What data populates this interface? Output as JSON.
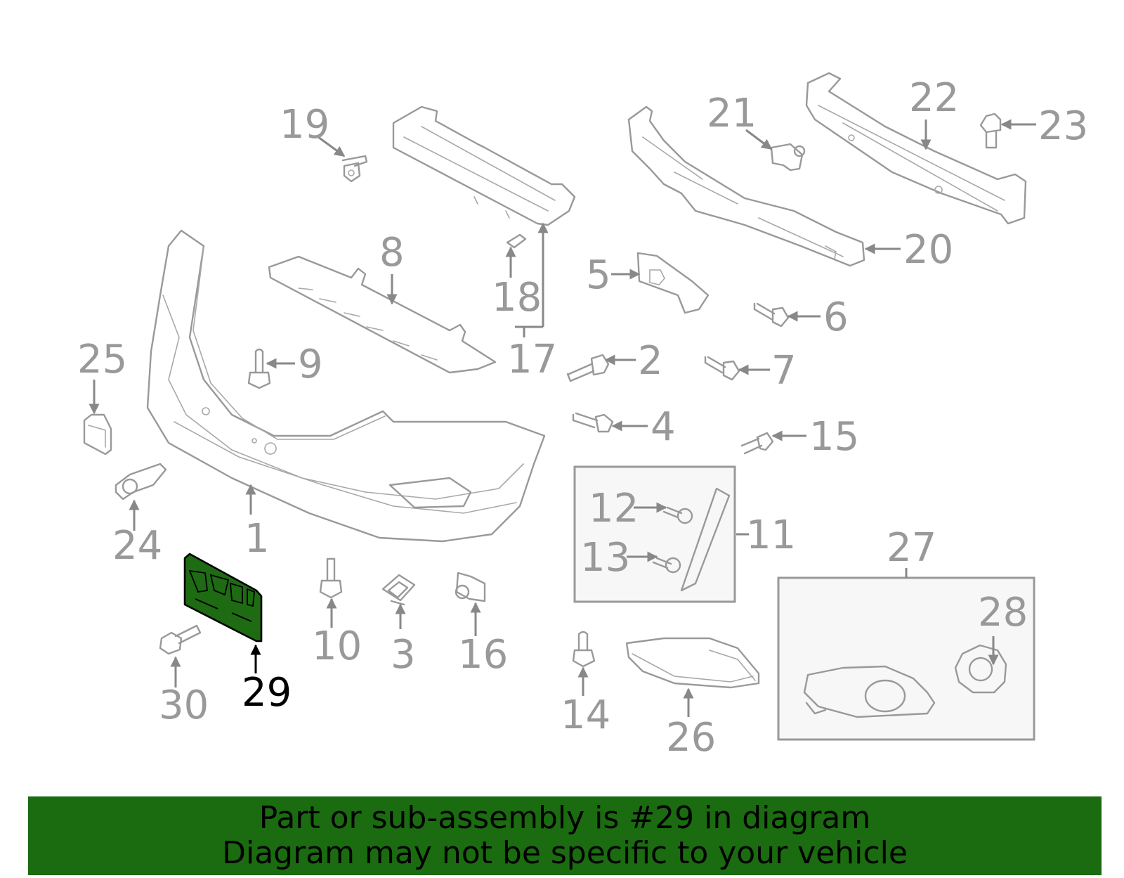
{
  "highlighted_part": "29",
  "colors": {
    "highlight_fill": "#1e6b14",
    "banner_bg": "#1b6b10",
    "part_stroke": "#999999",
    "callout_text": "#999999",
    "active_callout": "#000000"
  },
  "callouts": {
    "c1": "1",
    "c2": "2",
    "c3": "3",
    "c4": "4",
    "c5": "5",
    "c6": "6",
    "c7": "7",
    "c8": "8",
    "c9": "9",
    "c10": "10",
    "c11": "11",
    "c12": "12",
    "c13": "13",
    "c14": "14",
    "c15": "15",
    "c16": "16",
    "c17": "17",
    "c18": "18",
    "c19": "19",
    "c20": "20",
    "c21": "21",
    "c22": "22",
    "c23": "23",
    "c24": "24",
    "c25": "25",
    "c26": "26",
    "c27": "27",
    "c28": "28",
    "c29": "29",
    "c30": "30"
  },
  "banner": {
    "line1": "Part or sub-assembly is #29 in diagram",
    "line2": "Diagram may not be specific to your vehicle"
  }
}
